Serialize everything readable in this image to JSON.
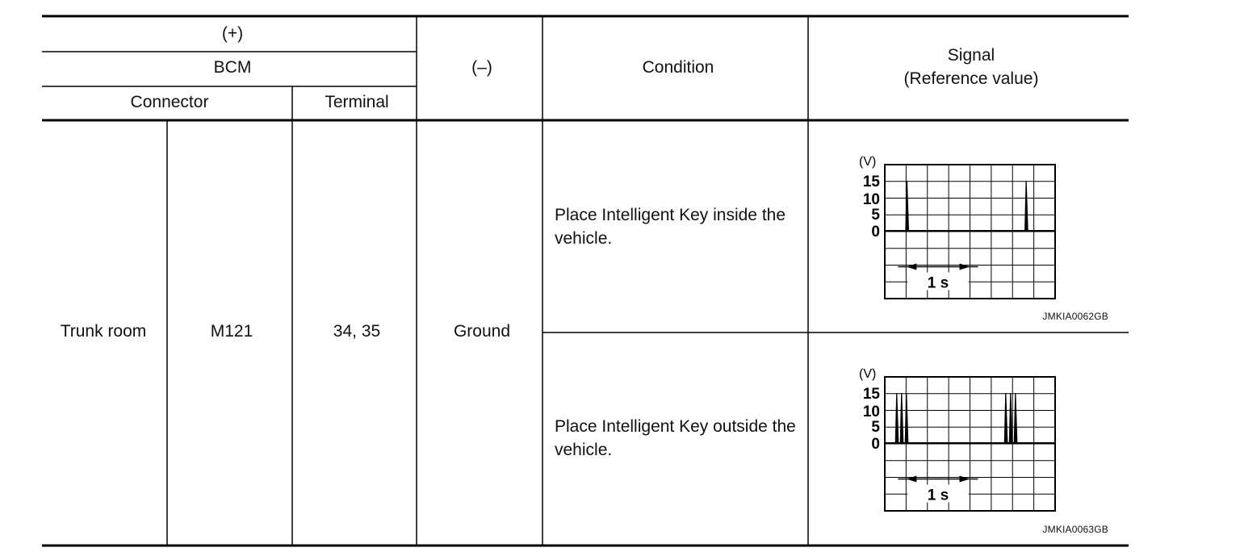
{
  "header": {
    "plus": "(+)",
    "bcm": "BCM",
    "connector": "Connector",
    "terminal": "Terminal",
    "minus": "(–)",
    "condition": "Condition",
    "signal_line1": "Signal",
    "signal_line2": "(Reference value)"
  },
  "row": {
    "location": "Trunk room",
    "connector": "M121",
    "terminals": "34, 35",
    "negative": "Ground"
  },
  "conditions": [
    {
      "text": "Place Intelligent Key inside the vehicle.",
      "waveform": {
        "y_unit": "(V)",
        "y_ticks": [
          "15",
          "10",
          "5",
          "0"
        ],
        "time_label": "1 s",
        "code": "JMKIA0062GB",
        "bursts": [
          0.13,
          0.83
        ],
        "pulses_per_burst": 1
      }
    },
    {
      "text": "Place Intelligent Key outside the vehicle.",
      "waveform": {
        "y_unit": "(V)",
        "y_ticks": [
          "15",
          "10",
          "5",
          "0"
        ],
        "time_label": "1 s",
        "code": "JMKIA0063GB",
        "bursts": [
          0.07,
          0.71
        ],
        "pulses_per_burst": 3
      }
    }
  ]
}
